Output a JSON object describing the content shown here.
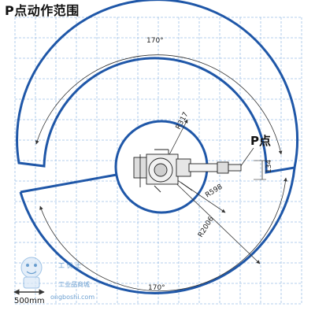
{
  "title": "P点动作范围",
  "p_point_label": "P点",
  "dimensions": {
    "top_angle": "170°",
    "bottom_angle": "170°",
    "r_inner": "R317",
    "r_mid": "R598",
    "r_outer": "R2006",
    "offset": "134"
  },
  "scale_label": "500mm",
  "watermark": {
    "brand": "工 优 士",
    "line1": "工业品商城",
    "line2": "ongboshi.com"
  },
  "colors": {
    "outline": "#1f57a8",
    "grid": "#9ec0e6",
    "background": "#ffffff"
  }
}
